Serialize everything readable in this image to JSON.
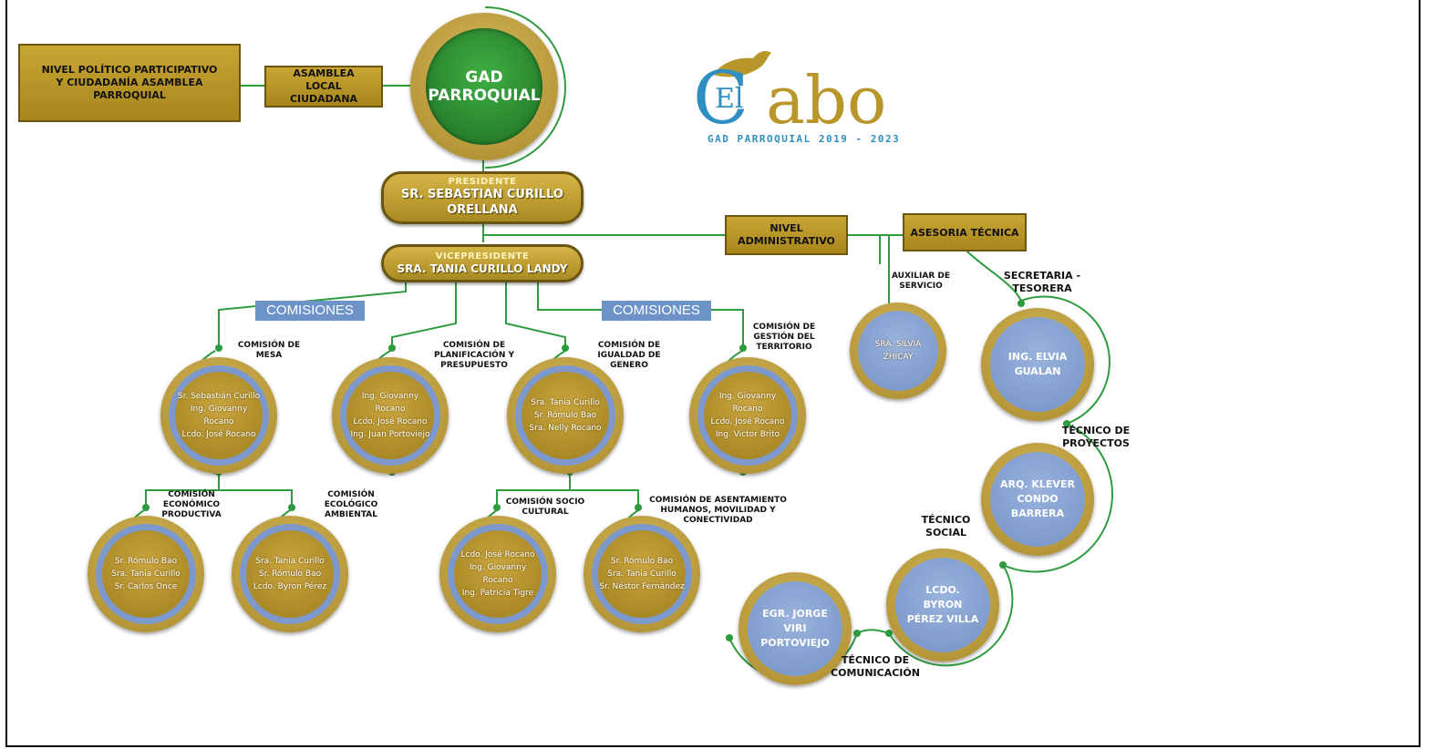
{
  "top": {
    "nivel_politico": "NIVEL POLÍTICO PARTICIPATIVO Y CIUDADANÍA ASAMBLEA PARROQUIAL",
    "asamblea": "ASAMBLEA LOCAL CIUDADANA",
    "gad_line1": "GAD",
    "gad_line2": "PARROQUIAL"
  },
  "logo": {
    "el": "El",
    "cabo_c": "C",
    "cabo_rest": "abo",
    "subtitle": "GAD PARROQUIAL 2019 - 2023"
  },
  "presidente": {
    "role": "PRESIDENTE",
    "line1": "SR. SEBASTIAN CURILLO",
    "line2": "ORELLANA"
  },
  "vicepresidente": {
    "role": "VICEPRESIDENTE",
    "name": "SRA. TANIA CURILLO LANDY"
  },
  "admin": {
    "nivel": "NIVEL ADMINISTRATIVO",
    "asesoria": "ASESORIA TÉCNICA"
  },
  "comisiones_label": "COMISIONES",
  "comisiones": [
    {
      "title": "COMISIÓN DE MESA",
      "members": [
        "Sr. Sebastián Curillo",
        "Ing. Giovanny Rocano",
        "Lcdo. José Rocano"
      ]
    },
    {
      "title": "COMISIÓN DE PLANIFICACIÓN Y PRESUPUESTO",
      "members": [
        "Ing. Giovanny Rocano",
        "Lcdo. José Rocano",
        "Ing. Juan Portoviejo"
      ]
    },
    {
      "title": "COMISIÓN DE IGUALDAD DE GENERO",
      "members": [
        "Sra. Tania Curillo",
        "Sr. Rómulo Bao",
        "Sra. Nelly Rocano"
      ]
    },
    {
      "title": "COMISIÓN DE GESTIÓN DEL TERRITORIO",
      "members": [
        "Ing. Giovanny Rocano",
        "Lcdo. José Rocano",
        "Ing. Victor Brito"
      ]
    },
    {
      "title": "COMISIÓN ECONÓMICO PRODUCTIVA",
      "members": [
        "Sr. Rómulo Bao",
        "Sra. Tania Curillo",
        "Sr. Carlos Once"
      ]
    },
    {
      "title": "COMISIÓN ECOLÓGICO AMBIENTAL",
      "members": [
        "Sra. Tania Curillo",
        "Sr. Rómulo Bao",
        "Lcdo. Byron Pérez"
      ]
    },
    {
      "title": "COMISIÓN SOCIO CULTURAL",
      "members": [
        "Lcdo. José Rocano",
        "Ing. Giovanny Rocano",
        "Ing. Patricia Tigre"
      ]
    },
    {
      "title": "COMISIÓN DE ASENTAMIENTO HUMANOS, MOVILIDAD Y CONECTIVIDAD",
      "members": [
        "Sr. Rómulo Bao",
        "Sra. Tania Curillo",
        "Sr. Néstor Fernández"
      ]
    }
  ],
  "staff": [
    {
      "title": "AUXILIAR DE SERVICIO",
      "name": "SRA. SILVIA ZHICAY"
    },
    {
      "title": "SECRETARIA - TESORERA",
      "name": "ING. ELVIA GUALAN"
    },
    {
      "title": "TÉCNICO DE PROYECTOS",
      "name": "ARQ. KLEVER CONDO BARRERA"
    },
    {
      "title": "TÉCNICO SOCIAL",
      "name": "LCDO. BYRON PÉREZ VILLA"
    },
    {
      "title": "TÉCNICO DE COMUNICACIÓN",
      "name": "EGR. JORGE VIRI PORTOVIEJO"
    }
  ],
  "colors": {
    "line": "#2e9b3e",
    "gold": "#b8962a",
    "blue": "#7c98cc",
    "gad_green": "#2d8f2f"
  }
}
